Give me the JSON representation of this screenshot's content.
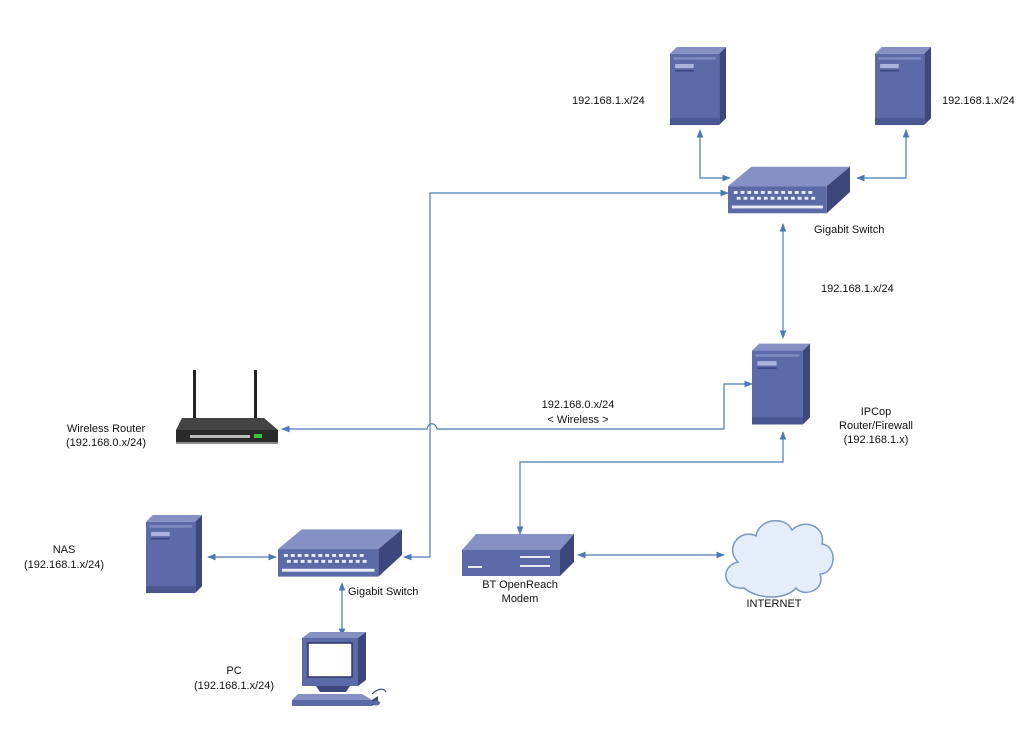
{
  "colors": {
    "link": "#4a7ab8",
    "device_front": "#5c6aa8",
    "device_side": "#3d477d",
    "device_top": "#8591c4",
    "port": "#e8eaf4",
    "cloud_fill": "#e4edf9",
    "cloud_stroke": "#7a98c4",
    "router_body": "#2a2a2a",
    "router_led": "#3cc43c"
  },
  "labels": {
    "server_left": "192.168.1.x/24",
    "server_right": "192.168.1.x/24",
    "gigabit_switch_top": "Gigabit Switch",
    "uplink_subnet": "192.168.1.x/24",
    "wireless_subnet": "192.168.0.x/24",
    "wireless_tag": "< Wireless >",
    "ipcop_line1": "IPCop",
    "ipcop_line2": "Router/Firewall",
    "ipcop_line3": "(192.168.1.x)",
    "wireless_router_line1": "Wireless Router",
    "wireless_router_line2": "(192.168.0.x/24)",
    "nas_line1": "NAS",
    "nas_line2": "(192.168.1.x/24)",
    "gigabit_switch_bottom": "Gigabit Switch",
    "modem_line1": "BT OpenReach",
    "modem_line2": "Modem",
    "internet": "INTERNET",
    "pc_line1": "PC",
    "pc_line2": "(192.168.1.x/24)"
  },
  "icons": {
    "server": "server-tower-icon",
    "switch": "network-switch-icon",
    "router": "wireless-router-icon",
    "modem": "modem-icon",
    "cloud": "internet-cloud-icon",
    "pc": "desktop-pc-icon"
  }
}
